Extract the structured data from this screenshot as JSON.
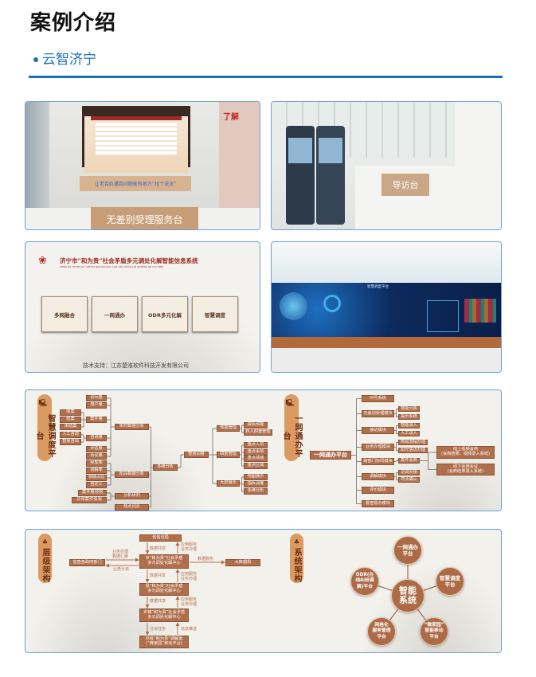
{
  "header": {
    "title": "案例介绍",
    "subtitle": "云智济宁"
  },
  "photo1": {
    "counter_sign": "无差别受理服务台",
    "banner": "让老百姓遇到问题能有地方“找个说法”",
    "wall_text": "了解"
  },
  "photo2": {
    "desk_sign": "导访台"
  },
  "photo3": {
    "system_title": "济宁市“和为贵”社会矛盾多元调处化解智能信息系统",
    "pinyin": "JI NING SHI “HE WEI GUI” SHE HUI MAO DUN DUO YUAN TIAO CHU HUA JIE ZHI NENG XIN XI XI TONG",
    "buttons": [
      "多网融合",
      "一网通办",
      "ODR多元化解",
      "智慧调度"
    ],
    "support": "技术支持：江苏楚淮软件科技开发有限公司"
  },
  "photo4": {
    "screen_title": "智慧调度平台"
  },
  "diagram1": {
    "tag_left": "智慧调度平台",
    "tag_right": "一网通办平台",
    "nodes": [
      "访问量",
      "用户量",
      "收案",
      "结案",
      "未结案",
      "案件量",
      "人工咨询",
      "智慧咨询",
      "咨询量",
      "评估量",
      "诉讼量",
      "受理率",
      "调解率",
      "领域占比",
      "自定义",
      "案件量预测",
      "异常案件预测",
      "实时数据分析",
      "阶段数据分析",
      "分析研判",
      "热点词云",
      "多维分析",
      "智慧调度",
      "预警管理",
      "舆情预警",
      "转入四重管理",
      "四重管理",
      "重点人员",
      "重点事项",
      "重点领域",
      "重点区域",
      "大屏展示",
      "地图展示",
      "指挥调度",
      "多维分析",
      "一网通办平台",
      "叫号系统",
      "无差别受理模块",
      "智能分拣",
      "提示系统",
      "接访模块",
      "智能录入",
      "人工录入",
      "业务办理模块",
      "简易流程办理",
      "阳光信访办理",
      "跨部门协同模块",
      "案件会商",
      "线上视频会商\n(会商结果、视频录入系统)",
      "线下会商会议\n(会商结果录入系统)",
      "调解模块",
      "访调对接",
      "司法确认",
      "评价模块",
      "督查督办模块"
    ]
  },
  "diagram2": {
    "tag_left": "层级架构",
    "tag_right": "系统架构",
    "boxes": {
      "province": "省信访局",
      "city": "市“和为贵”社会矛盾\n多元调处化解中心",
      "depts": "省直各政府部门",
      "bigdata": "大数据局",
      "county": "县“和为贵”社会矛盾\n多元调处化解中心",
      "town": "乡镇“和为贵”社会矛盾\n多元调处化解中心",
      "village": "村级“和为贵”调解室\n(“微家园”移动平台)"
    },
    "labels": {
      "share": "数据共享",
      "service": "应用服务\n业务办理",
      "gather": "业务办理\n数据汇聚",
      "dispatch": "业务分派",
      "dataservice": "数据服务",
      "task": "分派任务",
      "push": "信息推送"
    },
    "center": "智能\n系统",
    "satellites": [
      "一网通办\n平台",
      "智慧调度\n平台",
      "“微家园”\n智能移动\n平台",
      "网格化\n服务管理\n平台",
      "ODR(在\n线纠纷调\n解)平台"
    ]
  },
  "colors": {
    "accent": "#1a6fb5",
    "brown": "#b06f4b"
  }
}
